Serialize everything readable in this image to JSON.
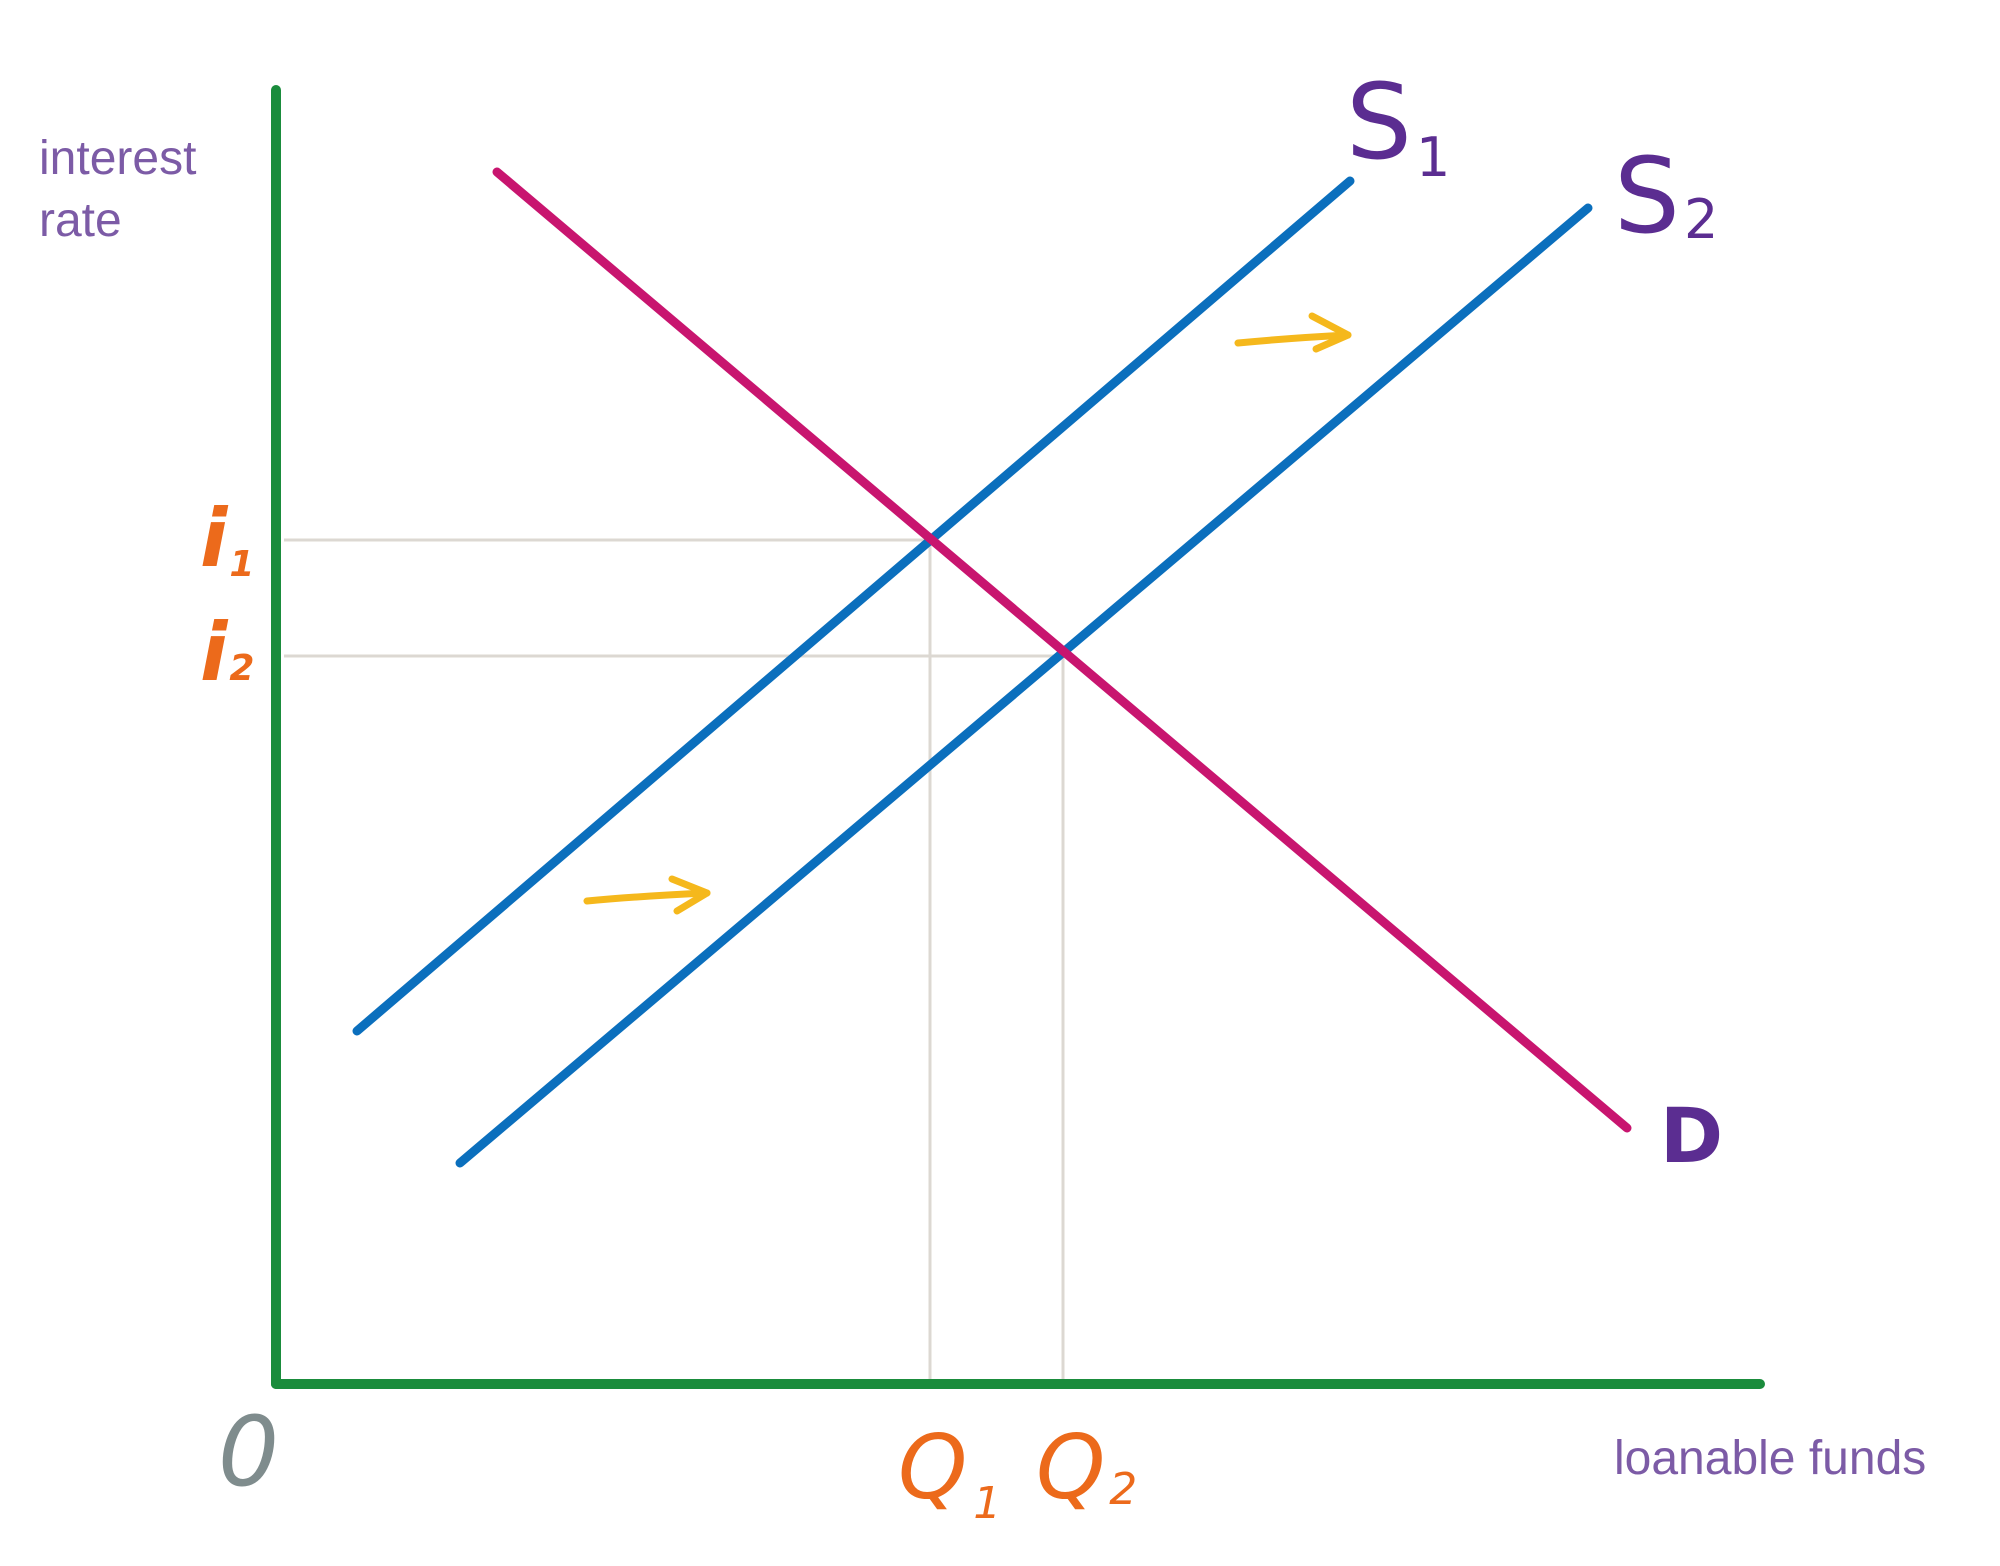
{
  "labels": {
    "y_axis": [
      "interest",
      "rate"
    ],
    "x_axis": "loanable funds",
    "origin": "0",
    "supply_1": {
      "main": "S",
      "sub": "1"
    },
    "supply_2": {
      "main": "S",
      "sub": "2"
    },
    "demand": "D",
    "rate_1": {
      "main": "i",
      "sub": "1"
    },
    "rate_2": {
      "main": "i",
      "sub": "2"
    },
    "quantity_1": {
      "main": "Q",
      "sub": "1"
    },
    "quantity_2": {
      "main": "Q",
      "sub": "2"
    }
  },
  "colors": {
    "axes": "#1a8c3c",
    "supply": "#0b6fbd",
    "demand": "#c8156f",
    "shift_arrow": "#f5b81c",
    "guide": "#dcd8d2",
    "curve_label": "#5b2d91",
    "value_label": "#ec6a1b",
    "axis_label": "#7c5ba6",
    "origin_label": "#7f8c8d"
  },
  "diagram": {
    "curves": [
      "S1",
      "S2",
      "D"
    ],
    "shift_direction": "right",
    "equilibria": [
      {
        "rate": "i1",
        "quantity": "Q1",
        "curves": [
          "S1",
          "D"
        ]
      },
      {
        "rate": "i2",
        "quantity": "Q2",
        "curves": [
          "S2",
          "D"
        ]
      }
    ]
  }
}
